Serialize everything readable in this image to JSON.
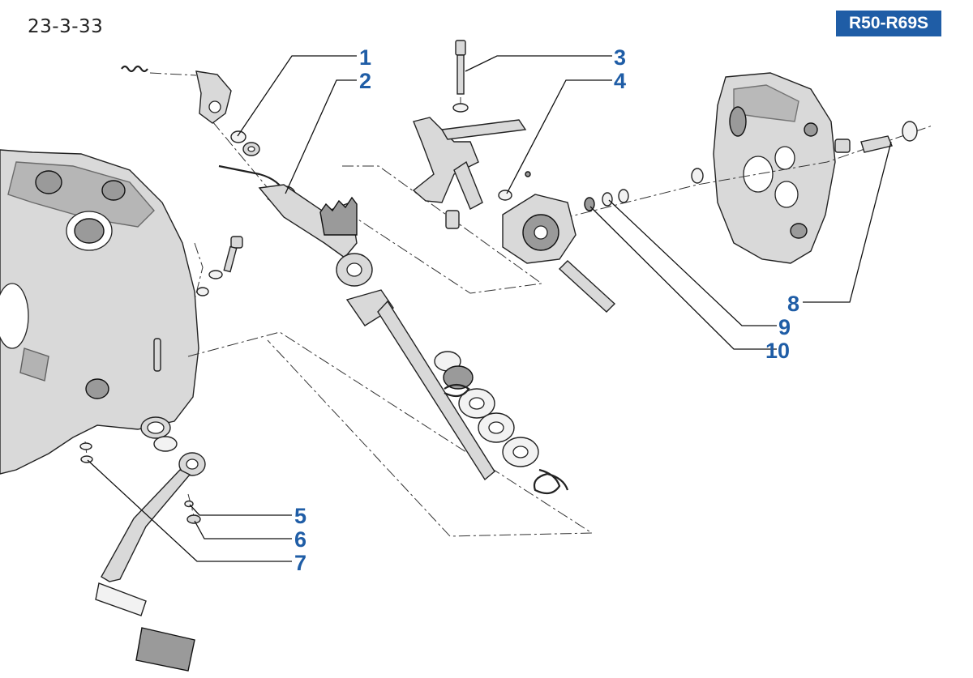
{
  "page": {
    "number": "23-3-33",
    "model": "R50-R69S"
  },
  "callouts": [
    {
      "id": "callout-1",
      "number": "1"
    },
    {
      "id": "callout-2",
      "number": "2"
    },
    {
      "id": "callout-3",
      "number": "3"
    },
    {
      "id": "callout-4",
      "number": "4"
    },
    {
      "id": "callout-5",
      "number": "5"
    },
    {
      "id": "callout-6",
      "number": "6"
    },
    {
      "id": "callout-7",
      "number": "7"
    },
    {
      "id": "callout-8",
      "number": "8"
    },
    {
      "id": "callout-9",
      "number": "9"
    },
    {
      "id": "callout-10",
      "number": "10"
    }
  ],
  "colors": {
    "accent": "#1f5da6",
    "ink": "#222222",
    "housing": "#d9d9d9"
  }
}
